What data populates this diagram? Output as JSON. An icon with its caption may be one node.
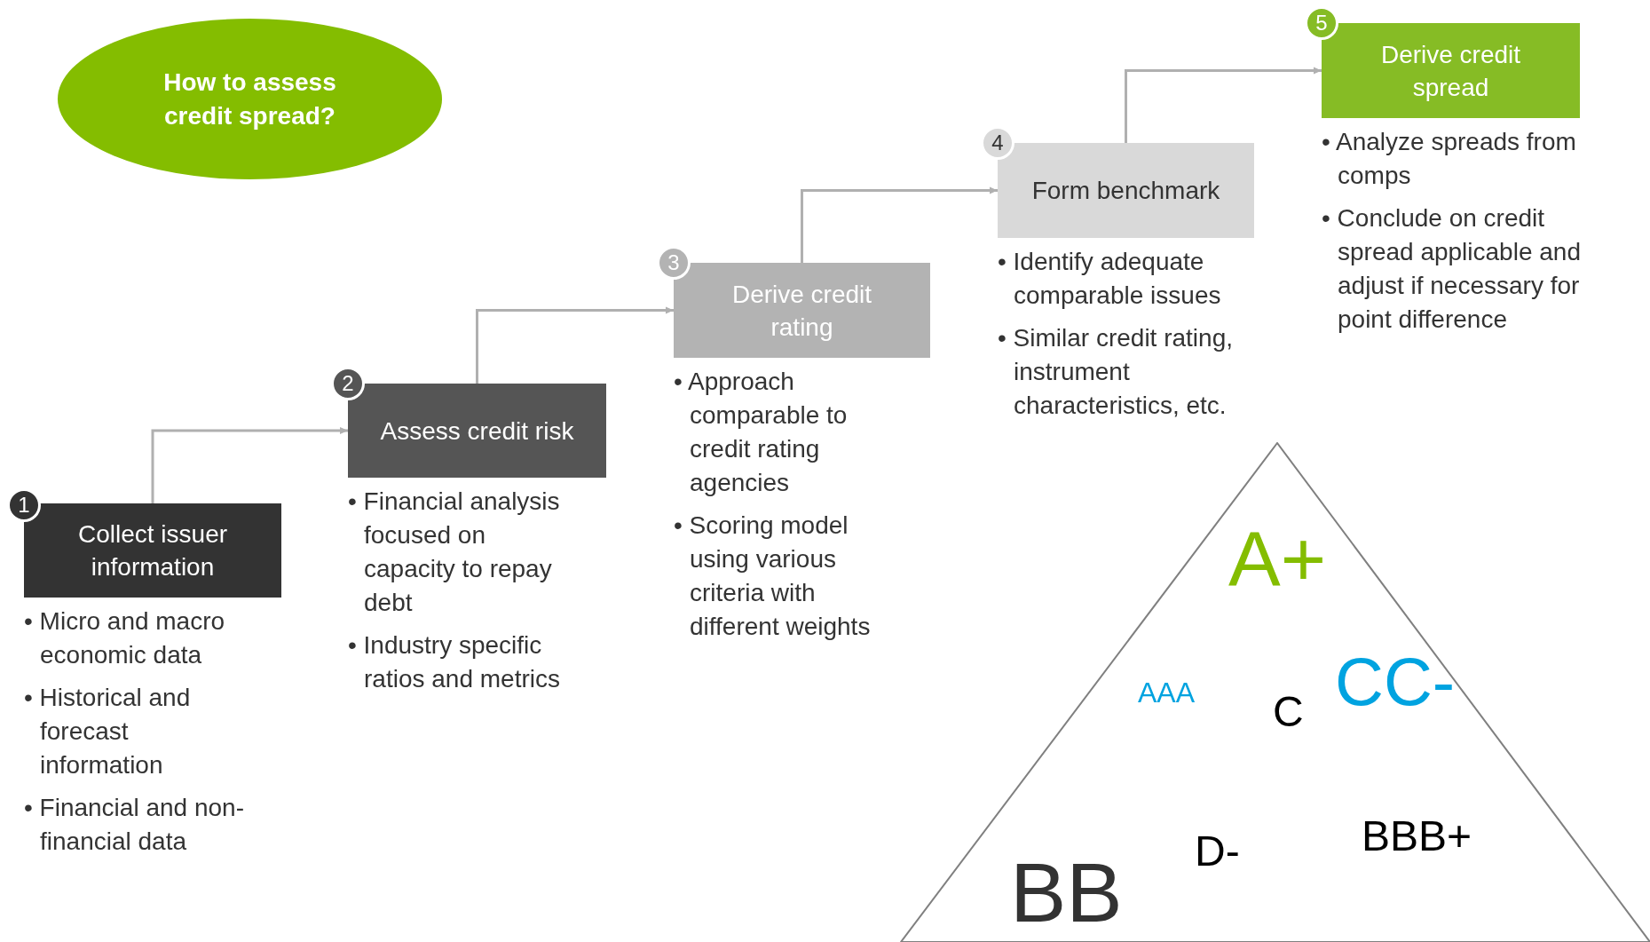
{
  "diagram": {
    "nodes": [
      {
        "text": [
          "How to assess credit spread?"
        ]
      },
      {
        "text": [
          "1"
        ]
      },
      {
        "text": [
          "Collect issuer information"
        ],
        "beside": [
          "• Micro and macro economic data",
          "• Historical and forecast information",
          "• Financial and non-financial data"
        ]
      },
      {
        "text": [
          "2"
        ]
      },
      {
        "text": [
          "Assess credit risk"
        ],
        "beside": [
          "• Financial analysis focused on capacity to repay debt",
          "• Industry specific ratios and metrics"
        ]
      },
      {
        "text": [
          "3"
        ]
      },
      {
        "text": [
          "Derive credit rating"
        ],
        "beside": [
          "• Approach comparable to credit rating agencies",
          "• Scoring model using various criteria with different weights"
        ]
      },
      {
        "text": [
          "4"
        ]
      },
      {
        "text": [
          "Form benchmark"
        ],
        "beside": [
          "• Identify adequate comparable issues",
          "• Similar credit rating, instrument characteristics, etc."
        ]
      },
      {
        "text": [
          "5"
        ]
      },
      {
        "text": [
          "Derive credit spread"
        ],
        "beside": [
          "• Analyze spreads from comps",
          "• Conclude on credit spread applicable and adjust if necessary for point difference"
        ]
      },
      {
        "text": [
          "A+",
          "AAA",
          "C",
          "CC-",
          "D-",
          "BB",
          "BBB+"
        ]
      }
    ],
    "edges": [
      {
        "from": 2,
        "to": 4,
        "arrow": "to"
      },
      {
        "from": 4,
        "to": 6,
        "arrow": "to"
      },
      {
        "from": 6,
        "to": 8,
        "arrow": "to"
      },
      {
        "from": 8,
        "to": 10,
        "arrow": "to"
      }
    ]
  }
}
